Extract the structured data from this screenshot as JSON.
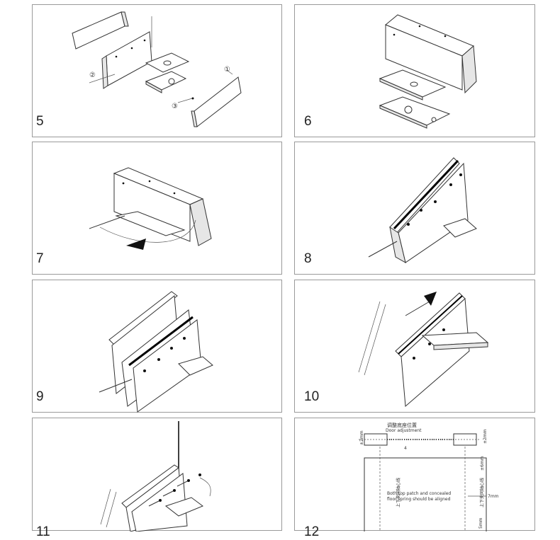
{
  "steps": [
    {
      "number": "5"
    },
    {
      "number": "6"
    },
    {
      "number": "7"
    },
    {
      "number": "8"
    },
    {
      "number": "9"
    },
    {
      "number": "10"
    },
    {
      "number": "11"
    },
    {
      "number": "12"
    }
  ],
  "step5_callouts": [
    "①",
    "②",
    "③"
  ],
  "step12": {
    "title_cn": "调整底座位置",
    "title_en": "Door adjustment",
    "note_line1": "Both top patch and concealed",
    "note_line2": "floor spring should be aligned",
    "cn_axis_label": "上下夹同轴心线",
    "dim_2mm_left": "±2mm",
    "dim_2mm_right": "±2mm",
    "dim_6mm": "±6mm",
    "dim_7mm": "7mm",
    "dim_5mm": "5mm",
    "dim_4": "4"
  }
}
